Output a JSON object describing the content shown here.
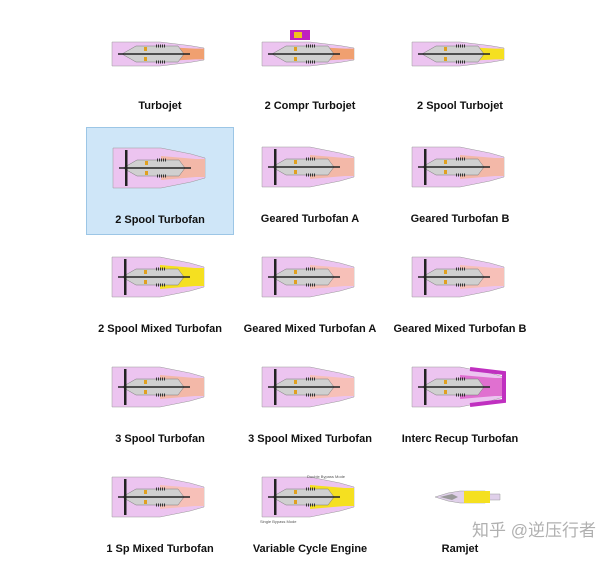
{
  "engines": [
    {
      "label": "Turbojet",
      "kind": "jet",
      "exhaust": "#f0a070",
      "selected": false
    },
    {
      "label": "2 Compr Turbojet",
      "kind": "jet2",
      "exhaust": "#f0a070",
      "selected": false
    },
    {
      "label": "2 Spool Turbojet",
      "kind": "jet",
      "exhaust": "#f5e020",
      "selected": false
    },
    {
      "label": "2 Spool Turbofan",
      "kind": "fan",
      "exhaust": "#f3b8a8",
      "selected": true
    },
    {
      "label": "Geared Turbofan A",
      "kind": "fan",
      "exhaust": "#f3b8a8",
      "selected": false
    },
    {
      "label": "Geared Turbofan B",
      "kind": "fan",
      "exhaust": "#f3b8a8",
      "selected": false
    },
    {
      "label": "2 Spool Mixed Turbofan",
      "kind": "mixed",
      "exhaust": "#f5e020",
      "selected": false
    },
    {
      "label": "Geared Mixed Turbofan A",
      "kind": "mixed",
      "exhaust": "#f7c0b8",
      "selected": false
    },
    {
      "label": "Geared Mixed Turbofan B",
      "kind": "mixed",
      "exhaust": "#f7c0b8",
      "selected": false
    },
    {
      "label": "3 Spool Turbofan",
      "kind": "fan",
      "exhaust": "#f3b8a8",
      "selected": false
    },
    {
      "label": "3 Spool Mixed Turbofan",
      "kind": "mixed",
      "exhaust": "#f7c0b8",
      "selected": false
    },
    {
      "label": "Interc Recup Turbofan",
      "kind": "recup",
      "exhaust": "#e070d0",
      "selected": false
    },
    {
      "label": "1 Sp Mixed Turbofan",
      "kind": "mixed",
      "exhaust": "#f7c0b8",
      "selected": false
    },
    {
      "label": "Variable Cycle Engine",
      "kind": "mixed",
      "exhaust": "#f5e020",
      "selected": false
    },
    {
      "label": "Ramjet",
      "kind": "ram",
      "exhaust": "#f5e020",
      "selected": false
    }
  ],
  "vce_notes": {
    "top": "Double Bypass Mode",
    "bottom": "Single Bypass Mode"
  },
  "watermark": "知乎 @逆压行者",
  "colors": {
    "selected_bg": "#cfe6f8",
    "bypass": "#e8b8ec",
    "core": "#cccccc"
  }
}
